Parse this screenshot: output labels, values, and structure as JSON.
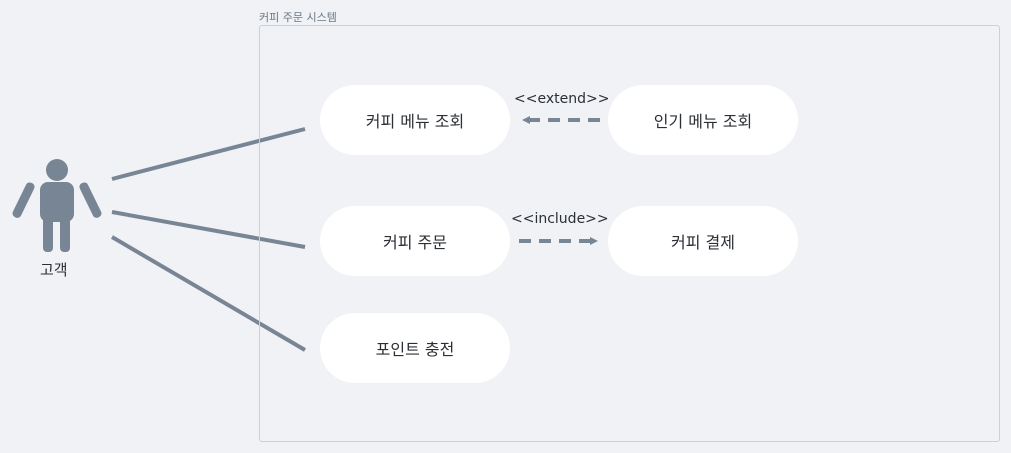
{
  "diagram": {
    "system_label": "커피 주문 시스템",
    "actor": {
      "label": "고객",
      "icon": "person-icon"
    },
    "usecases": {
      "menu_lookup": "커피 메뉴 조회",
      "popular_menu": "인기 메뉴 조회",
      "order": "커피 주문",
      "payment": "커피 결제",
      "points": "포인트 충전"
    },
    "relations": {
      "extend": "<<extend>>",
      "include": "<<include>>"
    },
    "colors": {
      "background": "#f0f2f5",
      "boundary": "#c9d1da",
      "connector": "#788594",
      "usecase_fill": "#ffffff"
    }
  }
}
